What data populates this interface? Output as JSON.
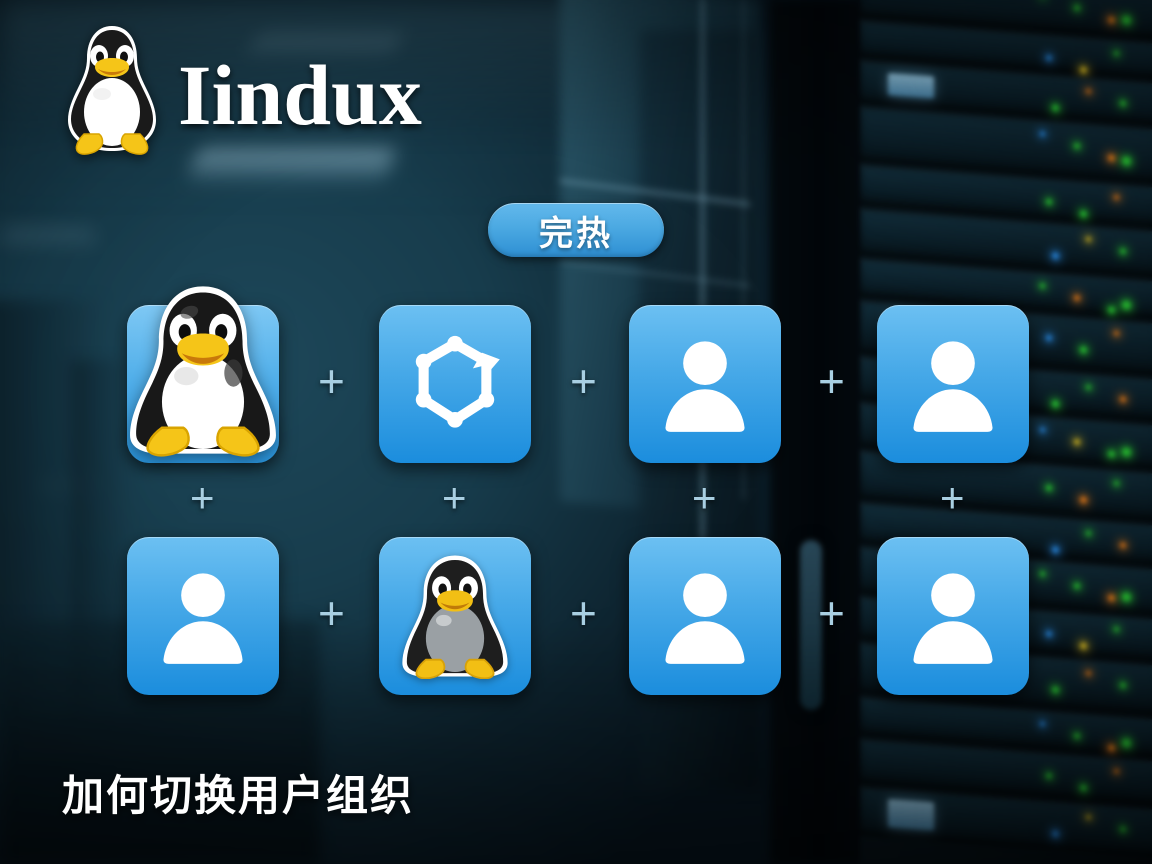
{
  "brand": {
    "title": "Iindux",
    "logo_icon": "tux-penguin-logo-icon"
  },
  "badge": {
    "label": "完热"
  },
  "caption": {
    "text": "加何切换用户组织"
  },
  "colors": {
    "tile_top": "#6cc0f2",
    "tile_bottom": "#1b8ddd",
    "badge_top": "#63b9ec",
    "badge_bottom": "#2e8fd3",
    "plus": "#a9cfe2",
    "text": "#ffffff",
    "background": "#0e2531",
    "led_green": "#2ee03a",
    "led_orange": "#ff8a1e",
    "led_blue": "#2e9bff",
    "led_yellow": "#f2d229"
  },
  "grid": {
    "rows": [
      {
        "row_index": 0,
        "tiles": [
          {
            "icon": "tux-penguin-icon",
            "kind": "tux-large"
          },
          {
            "icon": "hexagon-node-network-icon",
            "kind": "hexagon"
          },
          {
            "icon": "user-person-icon",
            "kind": "user"
          },
          {
            "icon": "user-person-icon",
            "kind": "user"
          }
        ]
      },
      {
        "row_index": 1,
        "tiles": [
          {
            "icon": "user-person-icon",
            "kind": "user"
          },
          {
            "icon": "tux-penguin-icon",
            "kind": "tux-small"
          },
          {
            "icon": "user-person-icon",
            "kind": "user"
          },
          {
            "icon": "user-person-icon",
            "kind": "user"
          }
        ]
      }
    ],
    "separators": {
      "horizontal_symbol": "+",
      "vertical_symbol": "+",
      "horizontal_count": 6,
      "vertical_count": 4
    }
  }
}
